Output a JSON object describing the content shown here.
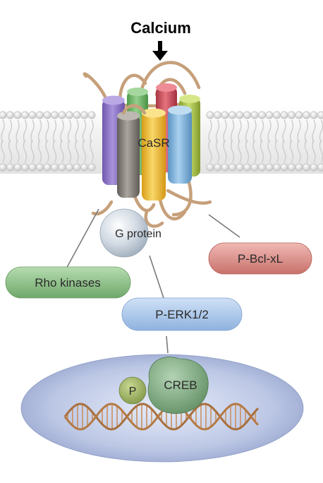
{
  "diagram": {
    "ligand_label": "Calcium",
    "receptor_label": "CaSR",
    "g_protein_label": "G protein",
    "rho_label": "Rho kinases",
    "erk_label": "P-ERK1/2",
    "bcl_label": "P-Bcl-xL",
    "creb_label": "CREB",
    "phospho_label": "P"
  },
  "colors": {
    "membrane_head": "#d9d9d9",
    "membrane_tail": "#cfcfcf",
    "loop": "#c9a27c",
    "helix_purple": "#8f79c4",
    "helix_green": "#6fb36a",
    "helix_red": "#cc4f5c",
    "helix_lime": "#a8c44c",
    "helix_gray": "#8a8680",
    "helix_yellow": "#f0c33a",
    "helix_blue": "#7eb3d9",
    "g_protein": "#c9d2dc",
    "rho_pill": "#8fc08a",
    "erk_pill": "#a9c6ea",
    "bcl_pill": "#d98b86",
    "nucleus": "#b7c3e3",
    "creb": "#7fa982",
    "phospho": "#9cb068",
    "dna": "#c58b55"
  }
}
